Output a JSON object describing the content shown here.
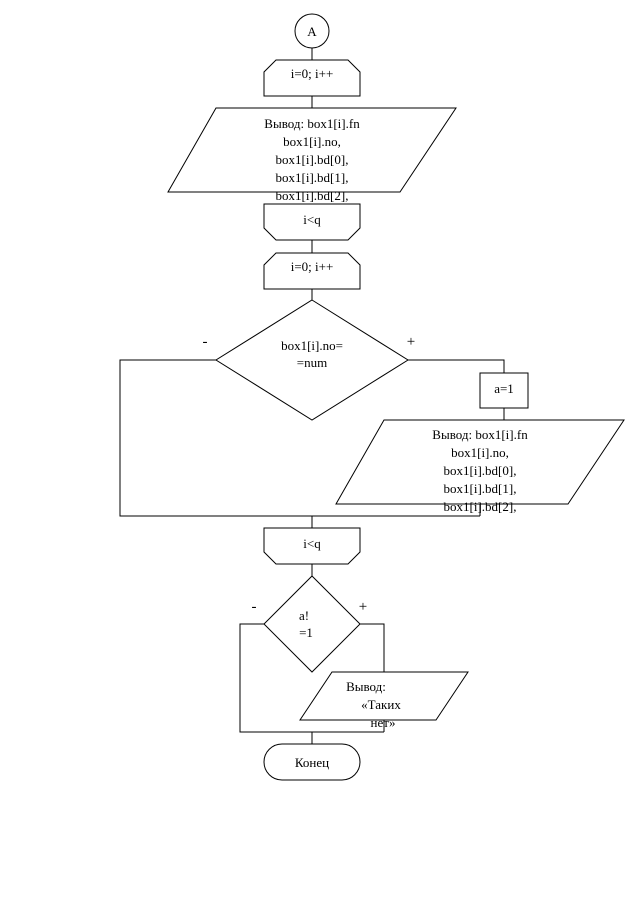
{
  "flowchart": {
    "connector_a": "A",
    "loop1_start": "i=0; i++",
    "output1": [
      "Вывод: box1[i].fn",
      "box1[i].no,",
      "box1[i].bd[0],",
      "box1[i].bd[1],",
      "box1[i].bd[2],"
    ],
    "loop1_end": "i<q",
    "loop2_start": "i=0; i++",
    "decision1": [
      "box1[i].no=",
      "=num"
    ],
    "decision1_minus": "-",
    "decision1_plus": "+",
    "assign_a": "a=1",
    "output2": [
      "Вывод: box1[i].fn",
      "box1[i].no,",
      "box1[i].bd[0],",
      "box1[i].bd[1],",
      "box1[i].bd[2],"
    ],
    "loop2_end": "i<q",
    "decision2": [
      "a!",
      "=1"
    ],
    "decision2_minus": "-",
    "decision2_plus": "+",
    "output3": [
      "Вывод:",
      "«Таких",
      "нет»"
    ],
    "end": "Конец"
  }
}
